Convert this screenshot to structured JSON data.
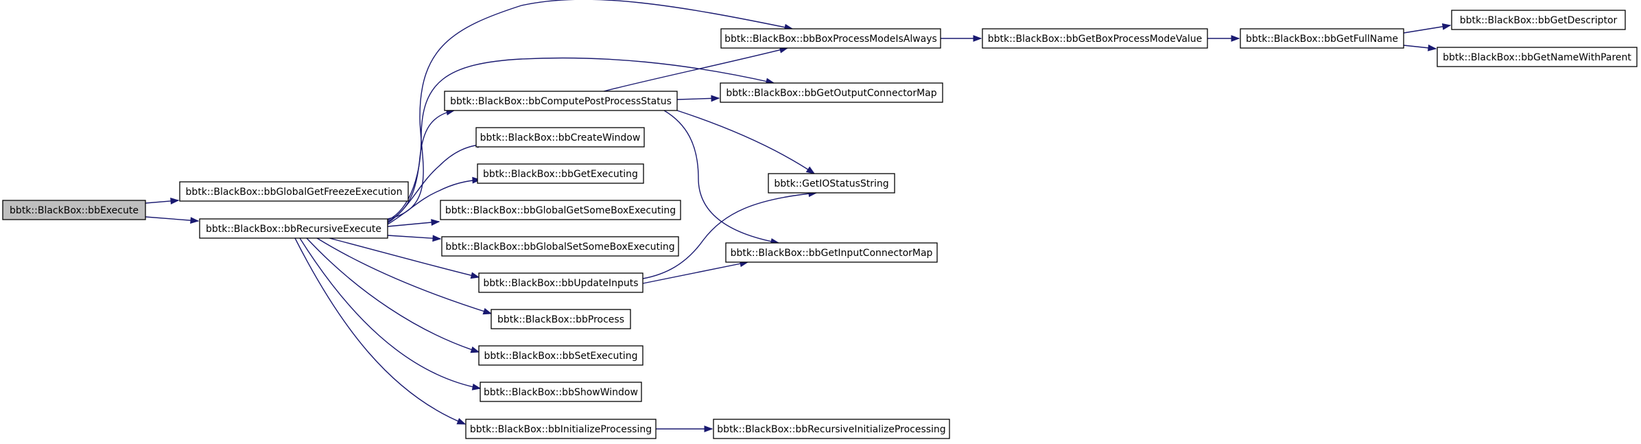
{
  "diagram": {
    "type": "call-graph",
    "colors": {
      "edge": "#191970",
      "root_fill": "#bfbfbf",
      "node_fill": "#ffffff",
      "node_border": "#000000"
    },
    "nodes": [
      {
        "id": "n1",
        "label": "bbtk::BlackBox::bbExecute",
        "root": true
      },
      {
        "id": "n2",
        "label": "bbtk::BlackBox::bbGlobalGetFreezeExecution"
      },
      {
        "id": "n3",
        "label": "bbtk::BlackBox::bbRecursiveExecute"
      },
      {
        "id": "n4",
        "label": "bbtk::BlackBox::bbBoxProcessModeIsAlways"
      },
      {
        "id": "n5",
        "label": "bbtk::BlackBox::bbGetBoxProcessModeValue"
      },
      {
        "id": "n6",
        "label": "bbtk::BlackBox::bbGetFullName"
      },
      {
        "id": "n7",
        "label": "bbtk::BlackBox::bbGetDescriptor"
      },
      {
        "id": "n8",
        "label": "bbtk::BlackBox::bbGetNameWithParent"
      },
      {
        "id": "n9",
        "label": "bbtk::BlackBox::bbComputePostProcessStatus"
      },
      {
        "id": "n10",
        "label": "bbtk::BlackBox::bbGetOutputConnectorMap"
      },
      {
        "id": "n11",
        "label": "bbtk::GetIOStatusString"
      },
      {
        "id": "n12",
        "label": "bbtk::BlackBox::bbGetInputConnectorMap"
      },
      {
        "id": "n13",
        "label": "bbtk::BlackBox::bbCreateWindow"
      },
      {
        "id": "n14",
        "label": "bbtk::BlackBox::bbGetExecuting"
      },
      {
        "id": "n15",
        "label": "bbtk::BlackBox::bbGlobalGetSomeBoxExecuting"
      },
      {
        "id": "n16",
        "label": "bbtk::BlackBox::bbGlobalSetSomeBoxExecuting"
      },
      {
        "id": "n17",
        "label": "bbtk::BlackBox::bbUpdateInputs"
      },
      {
        "id": "n18",
        "label": "bbtk::BlackBox::bbProcess"
      },
      {
        "id": "n19",
        "label": "bbtk::BlackBox::bbSetExecuting"
      },
      {
        "id": "n20",
        "label": "bbtk::BlackBox::bbShowWindow"
      },
      {
        "id": "n21",
        "label": "bbtk::BlackBox::bbInitializeProcessing"
      },
      {
        "id": "n22",
        "label": "bbtk::BlackBox::bbRecursiveInitializeProcessing"
      }
    ],
    "edges": [
      {
        "id": "e1",
        "from": "n1",
        "to": "n2"
      },
      {
        "id": "e2",
        "from": "n1",
        "to": "n3"
      },
      {
        "id": "e3",
        "from": "n3",
        "to": "n4"
      },
      {
        "id": "e4",
        "from": "n3",
        "to": "n10"
      },
      {
        "id": "e5",
        "from": "n3",
        "to": "n9"
      },
      {
        "id": "e6",
        "from": "n3",
        "to": "n13"
      },
      {
        "id": "e7",
        "from": "n3",
        "to": "n14"
      },
      {
        "id": "e8",
        "from": "n3",
        "to": "n15"
      },
      {
        "id": "e9",
        "from": "n3",
        "to": "n16"
      },
      {
        "id": "e10",
        "from": "n3",
        "to": "n17"
      },
      {
        "id": "e11",
        "from": "n3",
        "to": "n18"
      },
      {
        "id": "e12",
        "from": "n3",
        "to": "n19"
      },
      {
        "id": "e13",
        "from": "n3",
        "to": "n20"
      },
      {
        "id": "e14",
        "from": "n3",
        "to": "n21"
      },
      {
        "id": "e15",
        "from": "n4",
        "to": "n5"
      },
      {
        "id": "e16",
        "from": "n5",
        "to": "n6"
      },
      {
        "id": "e17",
        "from": "n6",
        "to": "n7"
      },
      {
        "id": "e18",
        "from": "n6",
        "to": "n8"
      },
      {
        "id": "e19",
        "from": "n9",
        "to": "n4"
      },
      {
        "id": "e20",
        "from": "n9",
        "to": "n10"
      },
      {
        "id": "e21",
        "from": "n9",
        "to": "n11"
      },
      {
        "id": "e22",
        "from": "n9",
        "to": "n12"
      },
      {
        "id": "e23",
        "from": "n17",
        "to": "n11"
      },
      {
        "id": "e24",
        "from": "n17",
        "to": "n12"
      },
      {
        "id": "e25",
        "from": "n21",
        "to": "n22"
      }
    ]
  }
}
